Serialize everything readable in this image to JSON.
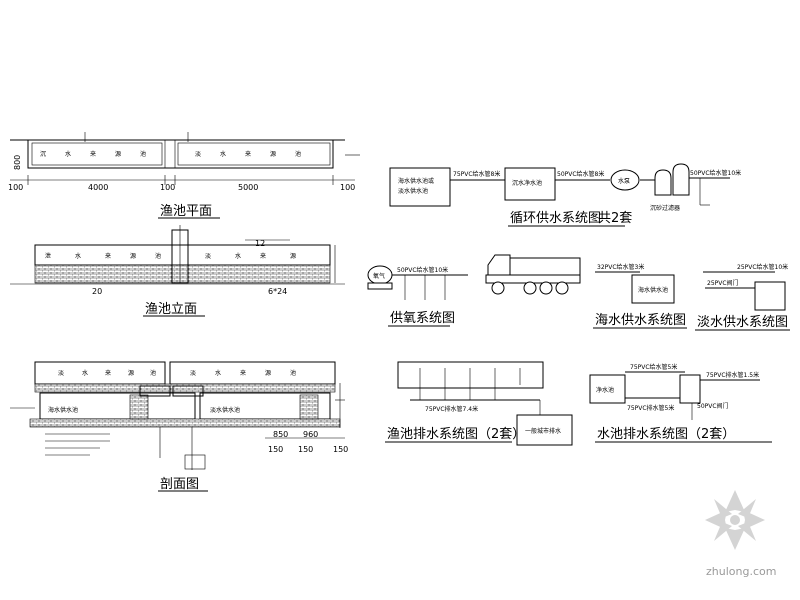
{
  "titles": {
    "pond_plan": "渔池平面",
    "pond_elevation": "渔池立面",
    "section": "剖面图",
    "circulation": "循环供水系统图",
    "circulation_sets": "共2套",
    "oxygen": "供氧系统图",
    "seawater_supply": "海水供水系统图",
    "freshwater_supply": "淡水供水系统图",
    "pond_drain": "渔池排水系统图（2套）",
    "tank_drain": "水池排水系统图（2套）"
  },
  "plan": {
    "dim_left": "100",
    "dim_a": "4000",
    "dim_mid": "100",
    "dim_b": "5000",
    "dim_right": "100",
    "dim_height": "800"
  },
  "elevation": {
    "label_12": "12",
    "label_20": "20",
    "label_6x24": "6*24"
  },
  "section_dims": {
    "d850": "850",
    "d960": "960",
    "d150a": "150",
    "d150b": "150",
    "d150c": "150"
  },
  "pipes": {
    "p75_8": "75PVC给水管8米",
    "p50_8": "50PVC给水管8米",
    "p50_10": "50PVC给水管10米",
    "p50_10b": "50PVC给水管10米",
    "p32_3": "32PVC给水管3米",
    "p25_10": "25PVC给水管10米",
    "valve25": "25PVC阀门",
    "drain75": "75PVC排水管7.4米",
    "p75_5": "75PVC给水管5米",
    "p75_15": "75PVC排水管1.5米",
    "p75_5b": "75PVC排水管5米",
    "p50_valve": "50PVC阀门"
  },
  "watermark": "zhulong.com",
  "colors": {
    "line": "#000000",
    "watermark": "#9a9a9a"
  }
}
